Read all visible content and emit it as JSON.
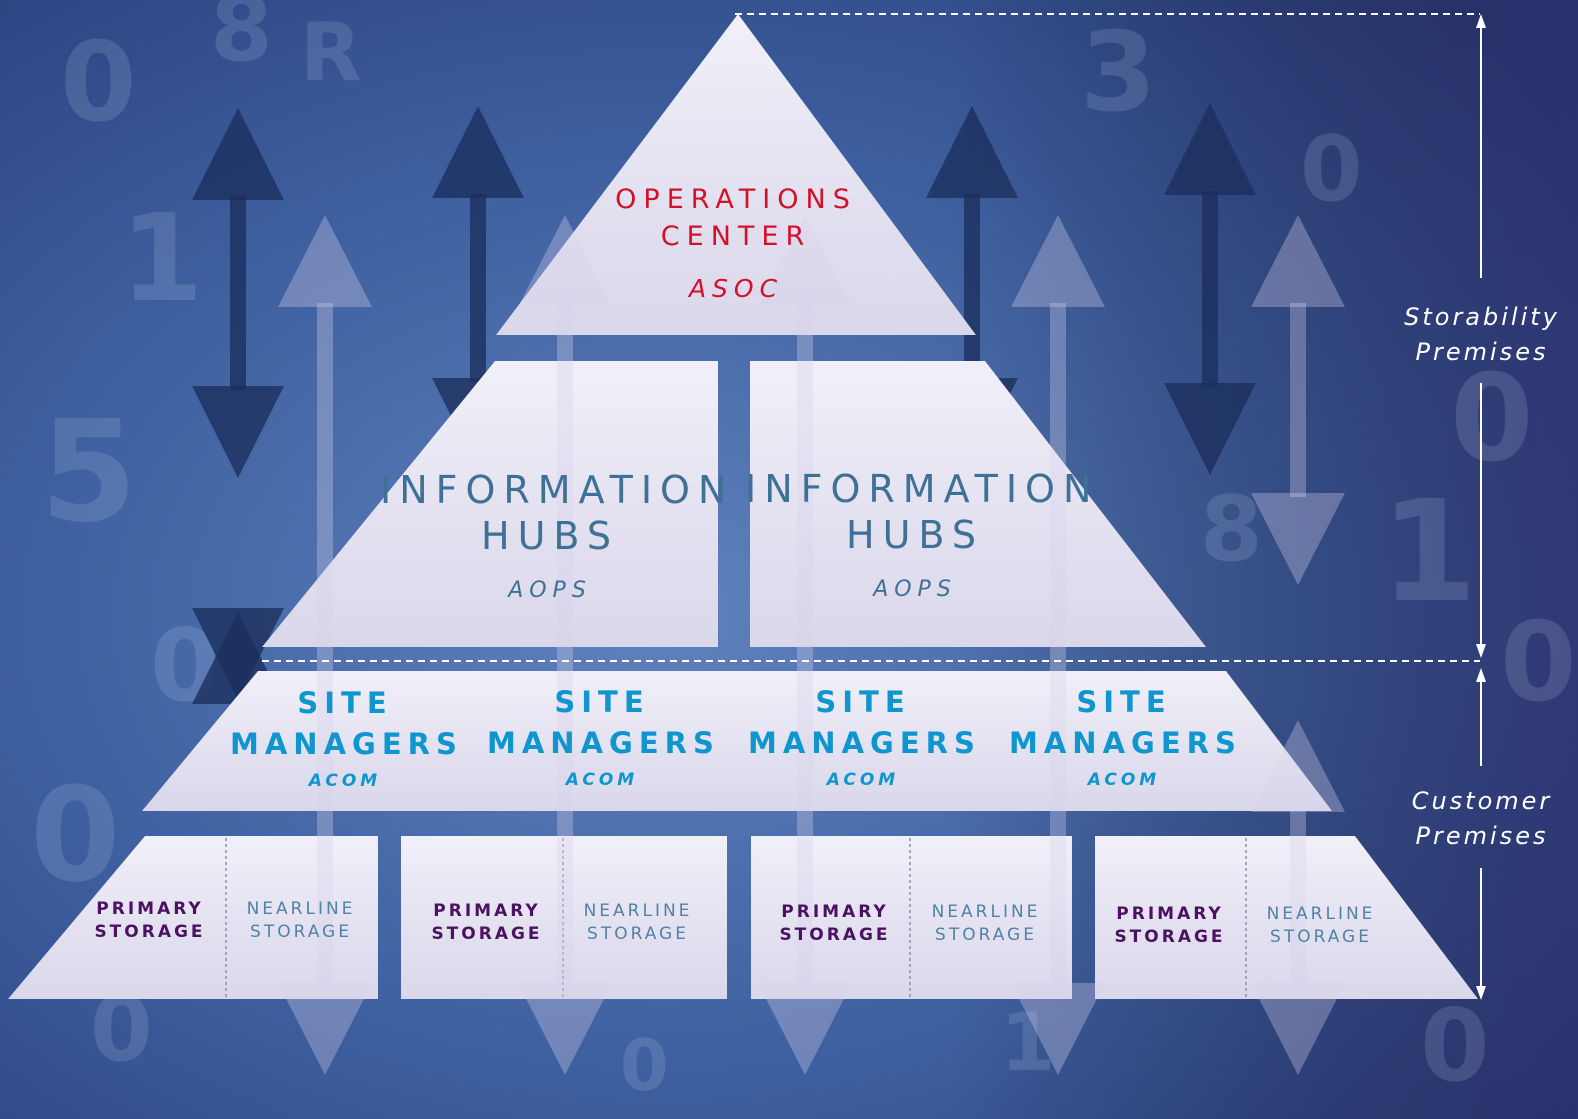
{
  "operations_center": {
    "line1": "OPERATIONS",
    "line2": "CENTER",
    "code": "ASOC"
  },
  "information_hubs": [
    {
      "line1": "INFORMATION",
      "line2": "HUBS",
      "code": "AOPS"
    },
    {
      "line1": "INFORMATION",
      "line2": "HUBS",
      "code": "AOPS"
    }
  ],
  "site_managers": [
    {
      "line1": "SITE",
      "line2": "MANAGERS",
      "code": "ACOM"
    },
    {
      "line1": "SITE",
      "line2": "MANAGERS",
      "code": "ACOM"
    },
    {
      "line1": "SITE",
      "line2": "MANAGERS",
      "code": "ACOM"
    },
    {
      "line1": "SITE",
      "line2": "MANAGERS",
      "code": "ACOM"
    }
  ],
  "storage_blocks": [
    {
      "primary_1": "PRIMARY",
      "primary_2": "STORAGE",
      "nearline_1": "NEARLINE",
      "nearline_2": "STORAGE"
    },
    {
      "primary_1": "PRIMARY",
      "primary_2": "STORAGE",
      "nearline_1": "NEARLINE",
      "nearline_2": "STORAGE"
    },
    {
      "primary_1": "PRIMARY",
      "primary_2": "STORAGE",
      "nearline_1": "NEARLINE",
      "nearline_2": "STORAGE"
    },
    {
      "primary_1": "PRIMARY",
      "primary_2": "STORAGE",
      "nearline_1": "NEARLINE",
      "nearline_2": "STORAGE"
    }
  ],
  "zones": {
    "storability": {
      "line1": "Storability",
      "line2": "Premises"
    },
    "customer": {
      "line1": "Customer",
      "line2": "Premises"
    }
  },
  "background_glyphs": [
    "0",
    "8",
    "1",
    "5",
    "0",
    "0",
    "R",
    "3",
    "0",
    "0",
    "1",
    "0",
    "8",
    "0",
    "0",
    "1",
    "0"
  ],
  "colors": {
    "operations": "#d4102a",
    "hubs": "#3f7096",
    "sites": "#0f96cf",
    "primary": "#4a1260",
    "nearline": "#4f82a6"
  }
}
